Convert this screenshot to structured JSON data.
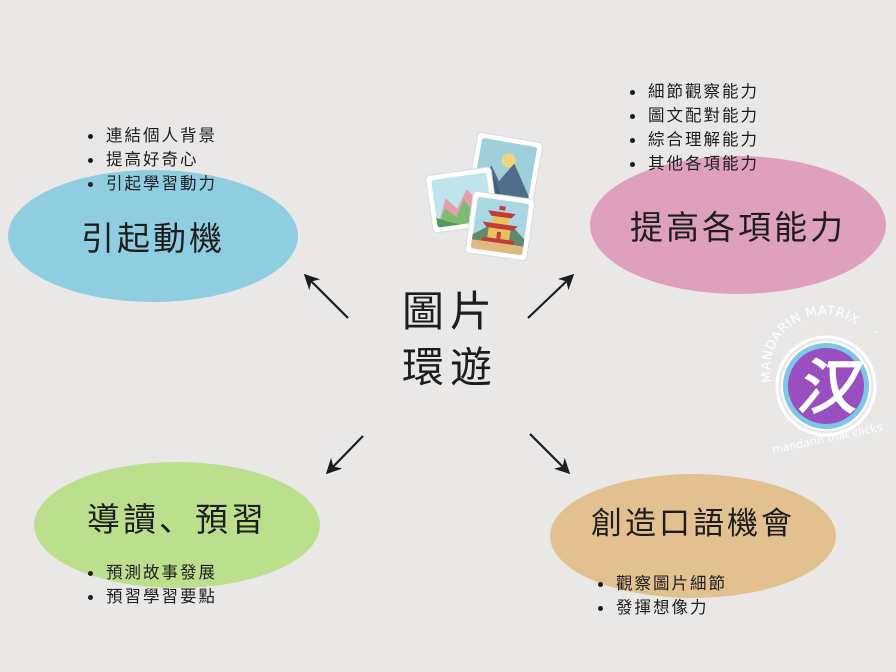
{
  "center": {
    "line1": "圖片",
    "line2": "環遊"
  },
  "nodes": {
    "top_left": {
      "label": "引起動機",
      "color": "#8fcde0",
      "bullets": [
        "連結個人背景",
        "提高好奇心",
        "引起學習動力"
      ]
    },
    "top_right": {
      "label": "提高各項能力",
      "color": "#dea0bd",
      "bullets": [
        "細節觀察能力",
        "圖文配對能力",
        "綜合理解能力",
        "其他各項能力"
      ]
    },
    "bottom_left": {
      "label": "導讀、預習",
      "color": "#bcdf8e",
      "bullets": [
        "預測故事發展",
        "預習學習要點"
      ]
    },
    "bottom_right": {
      "label": "創造口語機會",
      "color": "#e3c08f",
      "bullets": [
        "觀察圖片細節",
        "發揮想像力"
      ]
    }
  },
  "logo": {
    "arc_text": "MANDARIN MATRIX",
    "tm": "™",
    "tagline": "mandarin that clicks",
    "glyph": "汉",
    "colors": {
      "ring": "#7ec7e6",
      "glyph": "#9a4fc0"
    }
  },
  "icons": [
    "photos-icon",
    "mountain-photo-icon",
    "pagoda-photo-icon"
  ]
}
